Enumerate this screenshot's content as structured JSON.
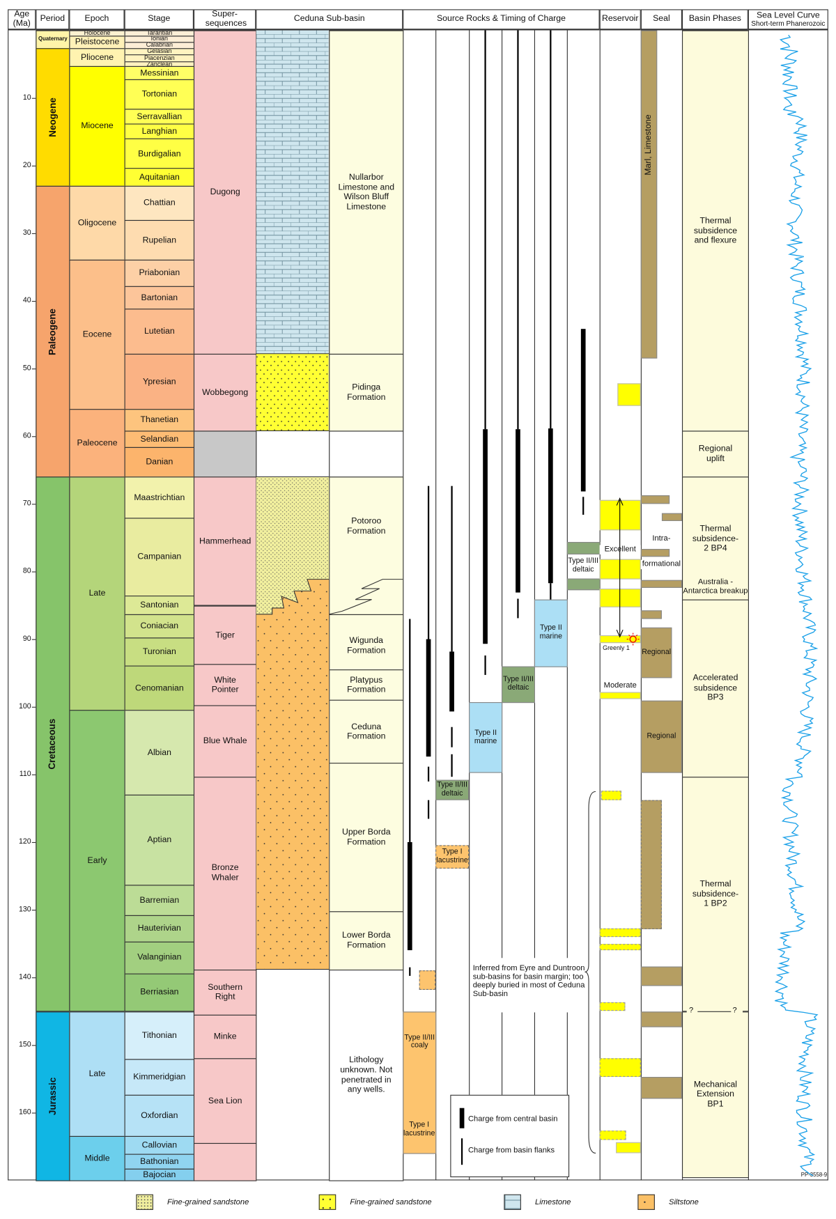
{
  "header": {
    "age": "Age (Ma)",
    "period": "Period",
    "epoch": "Epoch",
    "stage": "Stage",
    "supersequences": "Super-sequences",
    "ceduna": "Ceduna Sub-basin",
    "source": "Source Rocks & Timing of Charge",
    "reservoir": "Reservoir",
    "seal": "Seal",
    "basin_phases": "Basin Phases",
    "sea_level": "Sea Level Curve",
    "sea_level_sub": "Short-term Phanerozoic"
  },
  "age_axis": {
    "ticks": [
      "10",
      "20",
      "30",
      "40",
      "50",
      "60",
      "70",
      "80",
      "90",
      "100",
      "110",
      "120",
      "130",
      "140",
      "150",
      "160"
    ],
    "max_age": 170
  },
  "periods": [
    {
      "name": "Quaternary",
      "start": 0,
      "end": 2.6,
      "color": "#fff4a8"
    },
    {
      "name": "Neogene",
      "start": 2.6,
      "end": 23,
      "color": "#ffdc00"
    },
    {
      "name": "Paleogene",
      "start": 23,
      "end": 66,
      "color": "#f6a46c"
    },
    {
      "name": "Cretaceous",
      "start": 66,
      "end": 145,
      "color": "#86c46a"
    },
    {
      "name": "Jurassic",
      "start": 145,
      "end": 170,
      "color": "#10b6e4"
    }
  ],
  "epochs": [
    {
      "name": "Holocene",
      "start": 0,
      "end": 0.8,
      "color": "#fdf1d0"
    },
    {
      "name": "Pleistocene",
      "start": 0.8,
      "end": 2.6,
      "color": "#fff1b8"
    },
    {
      "name": "Pliocene",
      "start": 2.6,
      "end": 5.33,
      "color": "#fff3b0"
    },
    {
      "name": "Miocene",
      "start": 5.33,
      "end": 23,
      "color": "#ffff00"
    },
    {
      "name": "Oligocene",
      "start": 23,
      "end": 33.9,
      "color": "#fed9a8"
    },
    {
      "name": "Eocene",
      "start": 33.9,
      "end": 56,
      "color": "#fcbf8a"
    },
    {
      "name": "Paleocene",
      "start": 56,
      "end": 66,
      "color": "#fbb27c"
    },
    {
      "name": "Late",
      "start": 66,
      "end": 100.5,
      "color": "#b4d57a"
    },
    {
      "name": "Early",
      "start": 100.5,
      "end": 145,
      "color": "#8cc870"
    },
    {
      "name": "Late",
      "start": 145,
      "end": 163.5,
      "color": "#aedff5"
    },
    {
      "name": "Middle",
      "start": 163.5,
      "end": 170,
      "color": "#6ccfec"
    }
  ],
  "stages": [
    {
      "name": "Tarantian",
      "start": 0,
      "end": 0.8,
      "color": "#fdeed6"
    },
    {
      "name": "Ionian",
      "start": 0.8,
      "end": 1.7,
      "color": "#fdeed6"
    },
    {
      "name": "Calabrian",
      "start": 1.7,
      "end": 2.6,
      "color": "#fdeed6"
    },
    {
      "name": "Gelasian",
      "start": 2.6,
      "end": 3.6,
      "color": "#fff3c0"
    },
    {
      "name": "Piacenzian",
      "start": 3.6,
      "end": 4.6,
      "color": "#fff3c0"
    },
    {
      "name": "Zanclean",
      "start": 4.6,
      "end": 5.33,
      "color": "#fff3c0"
    },
    {
      "name": "Messinian",
      "start": 5.33,
      "end": 7.25,
      "color": "#ffff66"
    },
    {
      "name": "Tortonian",
      "start": 7.25,
      "end": 11.6,
      "color": "#ffff55"
    },
    {
      "name": "Serravallian",
      "start": 11.6,
      "end": 13.8,
      "color": "#ffff55"
    },
    {
      "name": "Langhian",
      "start": 13.8,
      "end": 16,
      "color": "#ffff44"
    },
    {
      "name": "Burdigalian",
      "start": 16,
      "end": 20.4,
      "color": "#ffff44"
    },
    {
      "name": "Aquitanian",
      "start": 20.4,
      "end": 23,
      "color": "#ffff33"
    },
    {
      "name": "Chattian",
      "start": 23,
      "end": 28.1,
      "color": "#fee6c0"
    },
    {
      "name": "Rupelian",
      "start": 28.1,
      "end": 33.9,
      "color": "#fedcb0"
    },
    {
      "name": "Priabonian",
      "start": 33.9,
      "end": 37.8,
      "color": "#fdd0a6"
    },
    {
      "name": "Bartonian",
      "start": 37.8,
      "end": 41.2,
      "color": "#fcc59a"
    },
    {
      "name": "Lutetian",
      "start": 41.2,
      "end": 47.8,
      "color": "#fcbc8e"
    },
    {
      "name": "Ypresian",
      "start": 47.8,
      "end": 56,
      "color": "#fab284"
    },
    {
      "name": "Thanetian",
      "start": 56,
      "end": 59.2,
      "color": "#fdc47e"
    },
    {
      "name": "Selandian",
      "start": 59.2,
      "end": 61.6,
      "color": "#fdbc74"
    },
    {
      "name": "Danian",
      "start": 61.6,
      "end": 66,
      "color": "#fcb46c"
    },
    {
      "name": "Maastrichtian",
      "start": 66,
      "end": 72.1,
      "color": "#f2f2ac"
    },
    {
      "name": "Campanian",
      "start": 72.1,
      "end": 83.6,
      "color": "#e9eca0"
    },
    {
      "name": "Santonian",
      "start": 83.6,
      "end": 86.3,
      "color": "#dde996"
    },
    {
      "name": "Coniacian",
      "start": 86.3,
      "end": 89.8,
      "color": "#d2e38c"
    },
    {
      "name": "Turonian",
      "start": 89.8,
      "end": 93.9,
      "color": "#c8de82"
    },
    {
      "name": "Cenomanian",
      "start": 93.9,
      "end": 100.5,
      "color": "#bed87a"
    },
    {
      "name": "Albian",
      "start": 100.5,
      "end": 113,
      "color": "#d6e8ae"
    },
    {
      "name": "Aptian",
      "start": 113,
      "end": 126.3,
      "color": "#c8e2a2"
    },
    {
      "name": "Barremian",
      "start": 126.3,
      "end": 130.8,
      "color": "#bcdc96"
    },
    {
      "name": "Hauterivian",
      "start": 130.8,
      "end": 134.7,
      "color": "#aed48a"
    },
    {
      "name": "Valanginian",
      "start": 134.7,
      "end": 139.4,
      "color": "#a2cf80"
    },
    {
      "name": "Berriasian",
      "start": 139.4,
      "end": 145,
      "color": "#94c976"
    },
    {
      "name": "Tithonian",
      "start": 145,
      "end": 152.1,
      "color": "#d6effa"
    },
    {
      "name": "Kimmeridgian",
      "start": 152.1,
      "end": 157.3,
      "color": "#c6e8f8"
    },
    {
      "name": "Oxfordian",
      "start": 157.3,
      "end": 163.5,
      "color": "#b6e2f6"
    },
    {
      "name": "Callovian",
      "start": 163.5,
      "end": 166.1,
      "color": "#9edaf2"
    },
    {
      "name": "Bathonian",
      "start": 166.1,
      "end": 168.3,
      "color": "#90d4f0"
    },
    {
      "name": "Bajocian",
      "start": 168.3,
      "end": 170,
      "color": "#84cfee"
    }
  ],
  "supersequences": [
    {
      "name": "Dugong",
      "start": 0,
      "end": 47.8
    },
    {
      "name": "Wobbegong",
      "start": 47.8,
      "end": 59.2
    },
    {
      "name": "",
      "start": 59.2,
      "end": 66,
      "color": "#c8c8c8"
    },
    {
      "name": "Hammerhead",
      "start": 66,
      "end": 85
    },
    {
      "name": "Tiger",
      "start": 85,
      "end": 93.7
    },
    {
      "name": "White Pointer",
      "start": 93.7,
      "end": 99.8
    },
    {
      "name": "Blue Whale",
      "start": 99.8,
      "end": 110.3
    },
    {
      "name": "Bronze Whaler",
      "start": 110.3,
      "end": 138.8
    },
    {
      "name": "Southern Right",
      "start": 138.8,
      "end": 145.5
    },
    {
      "name": "Minke",
      "start": 145.5,
      "end": 152
    },
    {
      "name": "Sea Lion",
      "start": 152,
      "end": 164.5
    },
    {
      "name": "",
      "start": 164.5,
      "end": 170
    }
  ],
  "formations": [
    {
      "name": "Nullarbor Limestone and Wilson Bluff Limestone",
      "start": 0,
      "end": 47.8,
      "fill": "#fdfde0"
    },
    {
      "name": "Pidinga Formation",
      "start": 47.8,
      "end": 59.2,
      "fill": "#fdfde0"
    },
    {
      "name": "",
      "start": 59.2,
      "end": 66,
      "fill": "#ffffff"
    },
    {
      "name": "Potoroo Formation",
      "start": 66,
      "end": 86.3,
      "fill": "#fdfde0"
    },
    {
      "name": "Wigunda Formation",
      "start": 86.3,
      "end": 94.5,
      "fill": "#fdfde0"
    },
    {
      "name": "Platypus Formation",
      "start": 94.5,
      "end": 99,
      "fill": "#fdfde0"
    },
    {
      "name": "Ceduna Formation",
      "start": 99,
      "end": 108.3,
      "fill": "#fdfde0"
    },
    {
      "name": "Upper Borda Formation",
      "start": 108.3,
      "end": 130.2,
      "fill": "#fdfde0"
    },
    {
      "name": "Lower Borda Formation",
      "start": 130.2,
      "end": 138.8,
      "fill": "#fdfde0"
    },
    {
      "name": "Lithology unknown. Not penetrated in any wells.",
      "start": 138.8,
      "end": 170,
      "fill": "#ffffff"
    }
  ],
  "lithology": [
    {
      "type": "Limestone",
      "start": 0,
      "end": 47.8
    },
    {
      "type": "Fine-grained sandstone (yellow)",
      "start": 47.8,
      "end": 59.2
    },
    {
      "type": "Fine-grained sandstone",
      "start": 66,
      "end": 86
    },
    {
      "type": "Siltstone",
      "start": 86,
      "end": 138.8
    }
  ],
  "source_rocks": {
    "boxes": [
      {
        "label": "Type II/III coaly",
        "col": 0,
        "start": 145,
        "end": 166,
        "color": "#fdc46e",
        "dashed": false
      },
      {
        "label": "",
        "col": 0,
        "start": 139,
        "end": 141.7,
        "color": "#fdc46e",
        "dashed": true
      },
      {
        "label": "Type II/III deltaic",
        "col": 1,
        "start": 110.8,
        "end": 113.7,
        "color": "#8aa977",
        "dashed": false
      },
      {
        "label": "Type I lacustrine",
        "col": 1,
        "start": 120.5,
        "end": 123.8,
        "color": "#fdc46e",
        "dashed": true
      },
      {
        "label": "Type II marine",
        "col": 2,
        "start": 99.3,
        "end": 109.7,
        "color": "#acdff5",
        "dashed": false
      },
      {
        "label": "Type II/III deltaic",
        "col": 3,
        "start": 94,
        "end": 99.3,
        "color": "#8aa977",
        "dashed": false
      },
      {
        "label": "Type II marine",
        "col": 4,
        "start": 84.1,
        "end": 94,
        "color": "#acdff5",
        "dashed": false
      },
      {
        "label": "",
        "col": 5,
        "start": 75.6,
        "end": 77.3,
        "color": "#8aa977",
        "dashed": false
      },
      {
        "label": "",
        "col": 5,
        "start": 81,
        "end": 82.6,
        "color": "#8aa977",
        "dashed": false
      }
    ],
    "extra_labels": [
      {
        "label": "Type I lacustrine",
        "col": 0,
        "age": 162.5
      },
      {
        "label": "Type II/III deltaic",
        "col": 5,
        "age": 79.2
      }
    ],
    "charge": [
      {
        "col": 0,
        "lane": 0,
        "kind": "flanks",
        "start": 87,
        "end": 120
      },
      {
        "col": 0,
        "lane": 0,
        "kind": "central",
        "start": 120,
        "end": 136
      },
      {
        "col": 0,
        "lane": 0,
        "kind": "flanks",
        "start": 138.5,
        "end": 139.8
      },
      {
        "col": 0,
        "lane": 1,
        "kind": "flanks",
        "start": 67.4,
        "end": 90
      },
      {
        "col": 0,
        "lane": 1,
        "kind": "central",
        "start": 90,
        "end": 107.4
      },
      {
        "col": 0,
        "lane": 1,
        "kind": "flanks",
        "start": 108.8,
        "end": 111
      },
      {
        "col": 0,
        "lane": 1,
        "kind": "flanks",
        "start": 113.8,
        "end": 116.5
      },
      {
        "col": 1,
        "lane": 1,
        "kind": "flanks",
        "start": 67.4,
        "end": 91.8
      },
      {
        "col": 1,
        "lane": 1,
        "kind": "central",
        "start": 91.8,
        "end": 100.7
      },
      {
        "col": 1,
        "lane": 1,
        "kind": "flanks",
        "start": 103,
        "end": 106
      },
      {
        "col": 1,
        "lane": 1,
        "kind": "flanks",
        "start": 107,
        "end": 110.3
      },
      {
        "col": 2,
        "lane": 1,
        "kind": "flanks",
        "start": 0,
        "end": 59
      },
      {
        "col": 2,
        "lane": 1,
        "kind": "central",
        "start": 59,
        "end": 90.7
      },
      {
        "col": 2,
        "lane": 1,
        "kind": "flanks",
        "start": 92.4,
        "end": 95.3
      },
      {
        "col": 3,
        "lane": 1,
        "kind": "flanks",
        "start": 0,
        "end": 59
      },
      {
        "col": 3,
        "lane": 1,
        "kind": "central",
        "start": 59,
        "end": 83.1
      },
      {
        "col": 3,
        "lane": 1,
        "kind": "flanks",
        "start": 84,
        "end": 86.9
      },
      {
        "col": 4,
        "lane": 1,
        "kind": "flanks",
        "start": 0,
        "end": 58.8
      },
      {
        "col": 4,
        "lane": 1,
        "kind": "central",
        "start": 58.8,
        "end": 81.7
      },
      {
        "col": 4,
        "lane": 1,
        "kind": "flanks",
        "start": 81.7,
        "end": 84.1
      },
      {
        "col": 5,
        "lane": 1,
        "kind": "central",
        "start": 44.1,
        "end": 68.2
      },
      {
        "col": 5,
        "lane": 1,
        "kind": "flanks",
        "start": 69,
        "end": 71.6
      }
    ],
    "inferred_note": "Inferred from Eyre and Duntroon sub-basins for basin margin; too deeply buried in most of Ceduna Sub-basin",
    "legend": {
      "central": "Charge from central basin",
      "flanks": "Charge from basin flanks"
    }
  },
  "reservoir": {
    "intervals": [
      {
        "start": 52.2,
        "end": 55.5,
        "dashed": false
      },
      {
        "start": 69.4,
        "end": 73.9,
        "dashed": false
      },
      {
        "start": 78.2,
        "end": 81.2,
        "dashed": false
      },
      {
        "start": 82.5,
        "end": 85.3,
        "dashed": false
      },
      {
        "start": 89.4,
        "end": 90.6,
        "dashed": false
      },
      {
        "start": 97.8,
        "end": 98.9,
        "dashed": false
      },
      {
        "start": 112.4,
        "end": 113.8,
        "dashed": true
      },
      {
        "start": 132.8,
        "end": 134,
        "dashed": true
      },
      {
        "start": 135,
        "end": 136,
        "dashed": true
      },
      {
        "start": 143.7,
        "end": 145,
        "dashed": true
      },
      {
        "start": 151.9,
        "end": 154.7,
        "dashed": true
      },
      {
        "start": 162.6,
        "end": 164,
        "dashed": true
      },
      {
        "start": 164.4,
        "end": 166
      }
    ],
    "labels": {
      "excellent": "Excellent",
      "moderate": "Moderate",
      "well": "Greenly 1"
    }
  },
  "seal": {
    "intervals": [
      {
        "label": "Marl, Limestone",
        "start": 0,
        "end": 48.4
      },
      {
        "label": "",
        "start": 68.7,
        "end": 69.9
      },
      {
        "label": "",
        "start": 71.4,
        "end": 72.4
      },
      {
        "label": "",
        "start": 76.7,
        "end": 77.7
      },
      {
        "label": "",
        "start": 81.3,
        "end": 82.3
      },
      {
        "label": "",
        "start": 85.8,
        "end": 86.9
      },
      {
        "label": "Regional",
        "start": 88.3,
        "end": 95.6
      },
      {
        "label": "Regional",
        "start": 99.1,
        "end": 109.7
      },
      {
        "label": "",
        "start": 113.8,
        "end": 132.8,
        "dashed": true
      },
      {
        "label": "",
        "start": 138.4,
        "end": 141.2
      },
      {
        "label": "",
        "start": 145,
        "end": 147.2
      },
      {
        "label": "",
        "start": 154.7,
        "end": 157.8
      }
    ],
    "labels": {
      "intra": "Intra-",
      "formational": "formational"
    }
  },
  "basin_phases": [
    {
      "name": "Thermal subsidence and flexure",
      "start": 0,
      "end": 59.2
    },
    {
      "name": "Regional uplift",
      "start": 59.2,
      "end": 66
    },
    {
      "name": "Thermal subsidence-2 BP4",
      "start": 66,
      "end": 84.1,
      "sub": "Australia - Antarctica breakup"
    },
    {
      "name": "Accelerated subsidence BP3",
      "start": 84.1,
      "end": 110.3
    },
    {
      "name": "Thermal subsidence-1 BP2",
      "start": 110.3,
      "end": 145
    },
    {
      "name": "Mechanical Extension BP1",
      "start": 145,
      "end": 169.5
    }
  ],
  "uncertain_marker": "?",
  "figure_id": "PP-3558-9",
  "legend": [
    {
      "label": "Fine-grained sandstone",
      "pattern": "fsand"
    },
    {
      "label": "Fine-grained sandstone",
      "pattern": "ysand"
    },
    {
      "label": "Limestone",
      "pattern": "lime"
    },
    {
      "label": "Siltstone",
      "pattern": "silt"
    }
  ]
}
